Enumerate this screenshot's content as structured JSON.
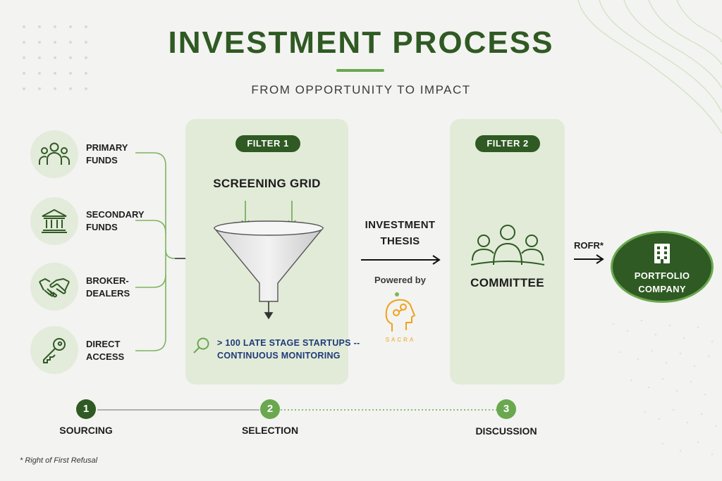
{
  "header": {
    "title": "INVESTMENT PROCESS",
    "subtitle": "FROM OPPORTUNITY TO IMPACT"
  },
  "sources": [
    {
      "label_line1": "PRIMARY",
      "label_line2": "FUNDS",
      "icon": "people-group-icon"
    },
    {
      "label_line1": "SECONDARY",
      "label_line2": "FUNDS",
      "icon": "bank-building-icon"
    },
    {
      "label_line1": "BROKER-",
      "label_line2": "DEALERS",
      "icon": "handshake-icon"
    },
    {
      "label_line1": "DIRECT",
      "label_line2": "ACCESS",
      "icon": "key-icon"
    }
  ],
  "filter1": {
    "pill": "FILTER 1",
    "heading": "SCREENING GRID",
    "note_line1": "> 100 LATE STAGE STARTUPS --",
    "note_line2": "CONTINUOUS MONITORING"
  },
  "thesis": {
    "line1": "INVESTMENT",
    "line2": "THESIS",
    "powered_by": "Powered by",
    "logo_text": "SACRA"
  },
  "filter2": {
    "pill": "FILTER 2",
    "heading": "COMMITTEE"
  },
  "rofr": "ROFR*",
  "portfolio": {
    "line1": "PORTFOLIO",
    "line2": "COMPANY"
  },
  "steps": [
    {
      "number": "1",
      "label": "SOURCING"
    },
    {
      "number": "2",
      "label": "SELECTION"
    },
    {
      "number": "3",
      "label": "DISCUSSION"
    }
  ],
  "footnote": "* Right of First Refusal",
  "colors": {
    "dark_green": "#2f5a23",
    "accent_green": "#6aa84f",
    "panel_green": "#e2ebd8",
    "blue_text": "#1f3a78",
    "logo_orange": "#f0a21a"
  }
}
